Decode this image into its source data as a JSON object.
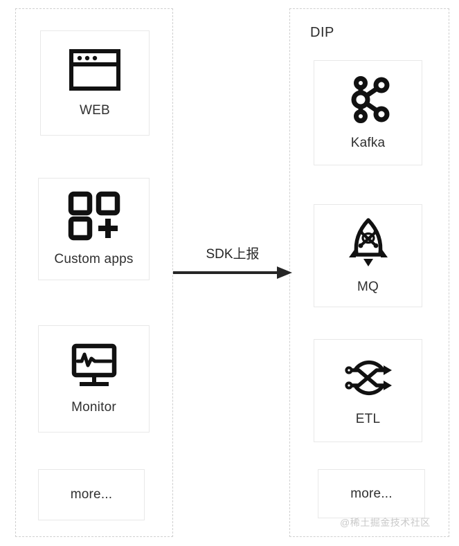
{
  "diagram": {
    "title": "",
    "background": "#ffffff",
    "box_border_color": "#e8e8e8",
    "zone_border_color": "#cfcfcf",
    "icon_color": "#000000",
    "text_color": "#303030"
  },
  "zones": {
    "left": {
      "label": "",
      "nodes": [
        {
          "id": "web",
          "label": "WEB",
          "icon": "browser-window-icon"
        },
        {
          "id": "custom",
          "label": "Custom apps",
          "icon": "apps-grid-plus-icon"
        },
        {
          "id": "monitor",
          "label": "Monitor",
          "icon": "monitor-waveform-icon"
        },
        {
          "id": "more_left",
          "label": "more...",
          "icon": ""
        }
      ]
    },
    "right": {
      "label": "DIP",
      "nodes": [
        {
          "id": "kafka",
          "label": "Kafka",
          "icon": "kafka-node-graph-icon"
        },
        {
          "id": "mq",
          "label": "MQ",
          "icon": "rocketmq-rocket-icon"
        },
        {
          "id": "etl",
          "label": "ETL",
          "icon": "etl-crossing-arrows-icon"
        },
        {
          "id": "more_right",
          "label": "more...",
          "icon": ""
        }
      ]
    }
  },
  "flow": {
    "label": "SDK上报",
    "direction": "left-to-right",
    "arrow_color": "#262626"
  },
  "watermark": {
    "text": "@稀土掘金技术社区"
  }
}
